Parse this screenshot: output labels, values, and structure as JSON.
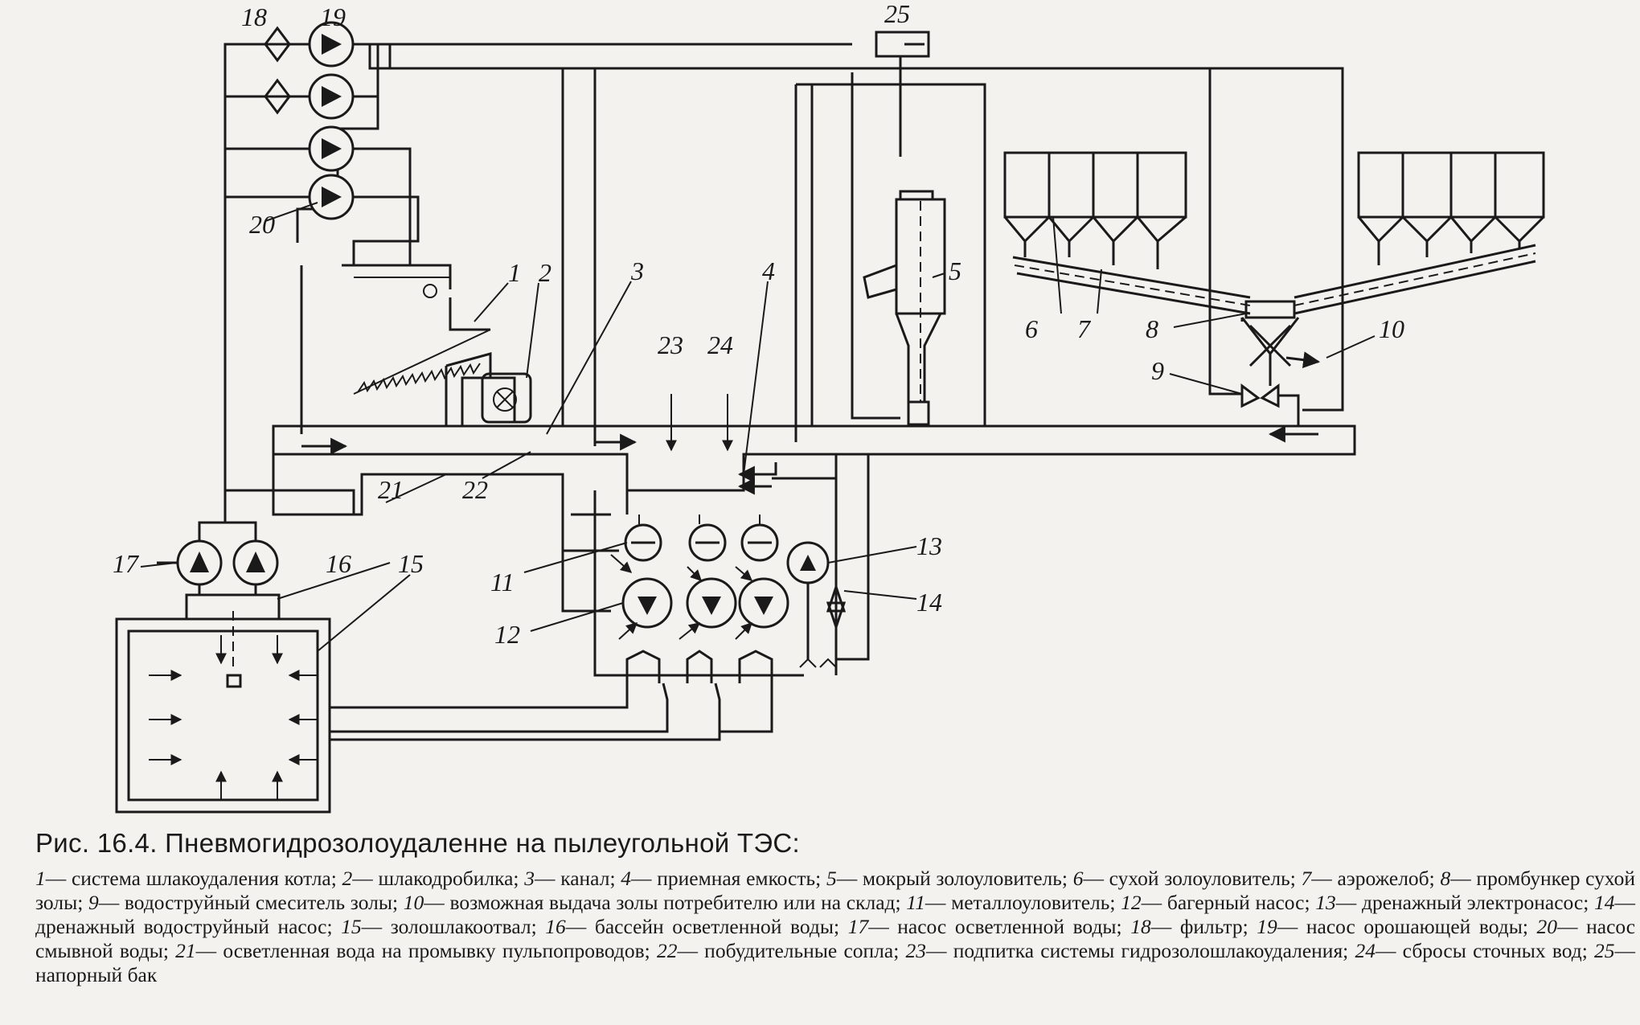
{
  "figure": {
    "labels": [
      "1",
      "2",
      "3",
      "4",
      "5",
      "6",
      "7",
      "8",
      "9",
      "10",
      "11",
      "12",
      "13",
      "14",
      "15",
      "16",
      "17",
      "18",
      "19",
      "20",
      "21",
      "22",
      "23",
      "24",
      "25"
    ]
  },
  "caption": {
    "title": "Рис. 16.4. Пневмогидрозолоудаленне на пылеугольной ТЭС:",
    "legend": [
      {
        "num": "1",
        "text": "— система шлакоудаления котла;"
      },
      {
        "num": "2",
        "text": "— шлакодробилка;"
      },
      {
        "num": "3",
        "text": "— канал;"
      },
      {
        "num": "4",
        "text": "— приемная емкость;"
      },
      {
        "num": "5",
        "text": "— мокрый золоуловитель;"
      },
      {
        "num": "6",
        "text": "— сухой золоуловитель;"
      },
      {
        "num": "7",
        "text": "— аэрожелоб;"
      },
      {
        "num": "8",
        "text": "— промбункер сухой золы;"
      },
      {
        "num": "9",
        "text": "— водоструйный смеситель золы;"
      },
      {
        "num": "10",
        "text": "— возможная выдача золы потребителю или на склад;"
      },
      {
        "num": "11",
        "text": "— металлоуловитель;"
      },
      {
        "num": "12",
        "text": "— багерный насос;"
      },
      {
        "num": "13",
        "text": "— дренажный электронасос;"
      },
      {
        "num": "14",
        "text": "— дренажный водоструйный насос;"
      },
      {
        "num": "15",
        "text": "— золошлакоотвал;"
      },
      {
        "num": "16",
        "text": "— бассейн осветленной воды;"
      },
      {
        "num": "17",
        "text": "— насос осветленной воды;"
      },
      {
        "num": "18",
        "text": "— фильтр;"
      },
      {
        "num": "19",
        "text": "— насос орошающей воды;"
      },
      {
        "num": "20",
        "text": "— насос смывной воды;"
      },
      {
        "num": "21",
        "text": "— осветленная вода на промывку пульпопроводов;"
      },
      {
        "num": "22",
        "text": "— побудительные сопла;"
      },
      {
        "num": "23",
        "text": "— подпитка системы гидрозолошлакоудаления;"
      },
      {
        "num": "24",
        "text": "— сбросы сточных вод;"
      },
      {
        "num": "25",
        "text": "— напорный бак"
      }
    ]
  }
}
